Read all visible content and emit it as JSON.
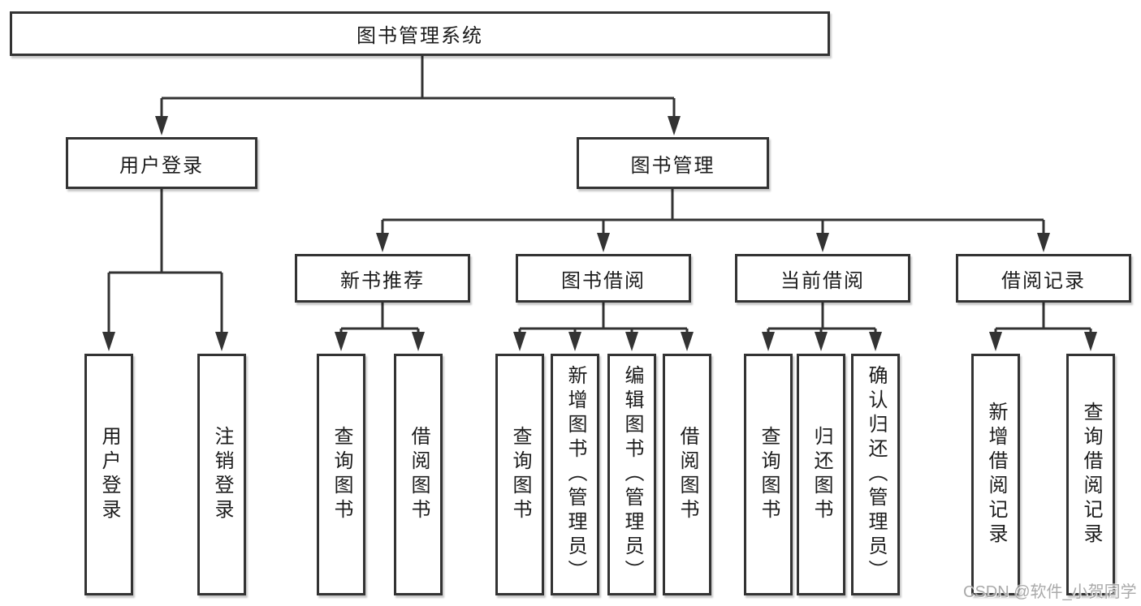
{
  "page": {
    "background_color": "#ffffff",
    "line_color": "#333333",
    "text_color": "#1c1c1c",
    "watermark_color": "#a3a3a3"
  },
  "diagram": {
    "title_node": "图书管理系统",
    "nodes": {
      "root": "图书管理系统",
      "user_login": "用户登录",
      "book_mgmt": "图书管理",
      "new_book_rec": "新书推荐",
      "book_borrow": "图书借阅",
      "current_borrow": "当前借阅",
      "borrow_records": "借阅记录",
      "leaf_user_login": "用户登录",
      "leaf_logout": "注销登录",
      "leaf_rec_query": "查询图书",
      "leaf_rec_borrow": "借阅图书",
      "leaf_bb_query": "查询图书",
      "leaf_bb_add": "新增图书（管理员）",
      "leaf_bb_edit": "编辑图书（管理员）",
      "leaf_bb_borrow": "借阅图书",
      "leaf_cb_query": "查询图书",
      "leaf_cb_return": "归还图书",
      "leaf_cb_confirm": "确认归还（管理员）",
      "leaf_br_add": "新增借阅记录",
      "leaf_br_query": "查询借阅记录"
    }
  },
  "watermark": {
    "text": "CSDN @软件_小贺同学"
  }
}
